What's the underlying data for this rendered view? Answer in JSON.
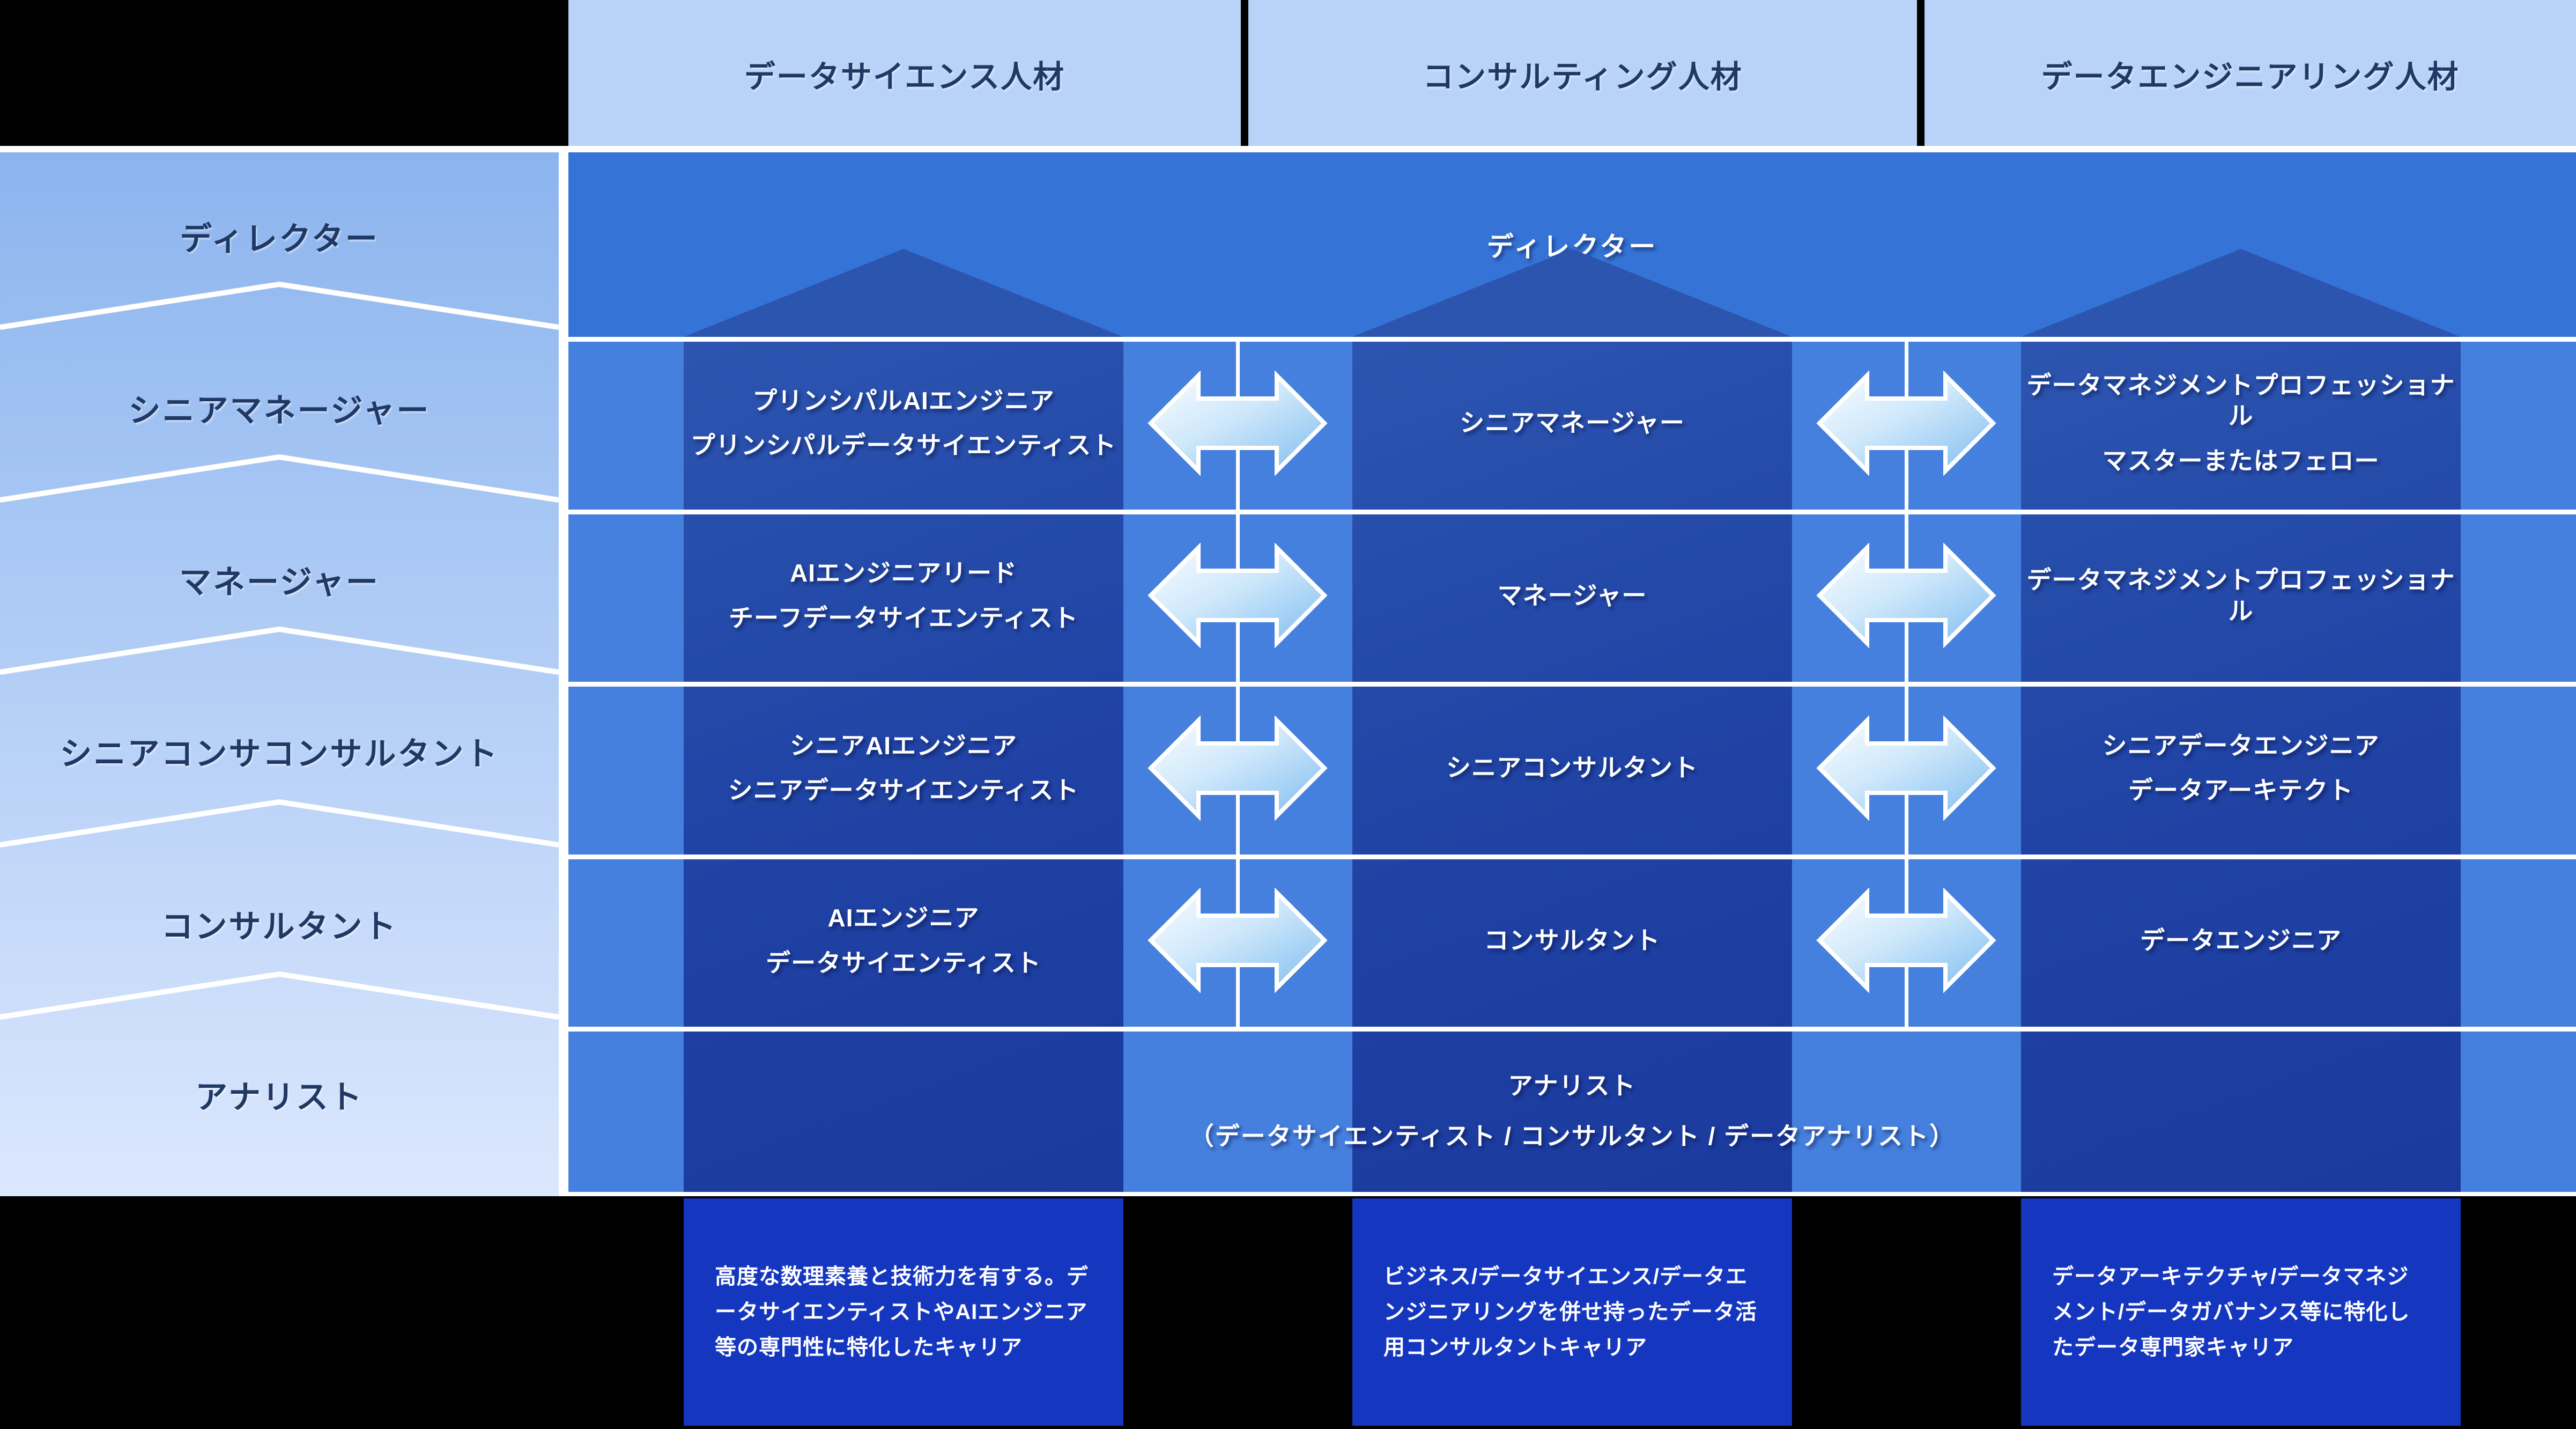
{
  "header": {
    "columns": [
      "データサイエンス人材",
      "コンサルティング人材",
      "データエンジニアリング人材"
    ]
  },
  "sidebar": {
    "levels": [
      "ディレクター",
      "シニアマネージャー",
      "マネージャー",
      "シニアコンサコンサルタント",
      "コンサルタント",
      "アナリスト"
    ]
  },
  "matrix": {
    "director_label": "ディレクター",
    "rows": [
      {
        "level": "シニアマネージャー",
        "cells": [
          {
            "lines": [
              "プリンシパルAIエンジニア",
              "プリンシパルデータサイエンティスト"
            ]
          },
          {
            "lines": [
              "シニアマネージャー"
            ]
          },
          {
            "lines": [
              "データマネジメントプロフェッショナル",
              "マスターまたはフェロー"
            ]
          }
        ]
      },
      {
        "level": "マネージャー",
        "cells": [
          {
            "lines": [
              "AIエンジニアリード",
              "チーフデータサイエンティスト"
            ]
          },
          {
            "lines": [
              "マネージャー"
            ]
          },
          {
            "lines": [
              "データマネジメントプロフェッショナル"
            ]
          }
        ]
      },
      {
        "level": "シニアコンサルタント",
        "cells": [
          {
            "lines": [
              "シニアAIエンジニア",
              "シニアデータサイエンティスト"
            ]
          },
          {
            "lines": [
              "シニアコンサルタント"
            ]
          },
          {
            "lines": [
              "シニアデータエンジニア",
              "データアーキテクト"
            ]
          }
        ]
      },
      {
        "level": "コンサルタント",
        "cells": [
          {
            "lines": [
              "AIエンジニア",
              "データサイエンティスト"
            ]
          },
          {
            "lines": [
              "コンサルタント"
            ]
          },
          {
            "lines": [
              "データエンジニア"
            ]
          }
        ]
      }
    ],
    "analyst": {
      "line1": "アナリスト",
      "line2": "（データサイエンティスト / コンサルタント / データアナリスト）"
    }
  },
  "footnotes": [
    {
      "text": "高度な数理素養と技術力を有する。データサイエンティストやAIエンジニア等の専門性に特化したキャリア"
    },
    {
      "text": "ビジネス/データサイエンス/データエンジニアリングを併せ持ったデータ活用コンサルタントキャリア"
    },
    {
      "text": "データアーキテクチャ/データマネジメント/データガバナンス等に特化したデータ専門家キャリア"
    }
  ],
  "icons": {
    "swap_arrow": "left-right-arrow"
  },
  "colors": {
    "background": "#000000",
    "header_light_blue": "#b9d3f8",
    "sidebar_gradient_top": "#8cb4ee",
    "sidebar_gradient_bottom": "#dbe7fd",
    "band_blue": "#3573d6",
    "gutter_blue": "#4680de",
    "column_dark_blue": "#1f42a4",
    "footer_box_blue": "#1537c0",
    "navy_text": "#1f3864",
    "white": "#ffffff"
  }
}
